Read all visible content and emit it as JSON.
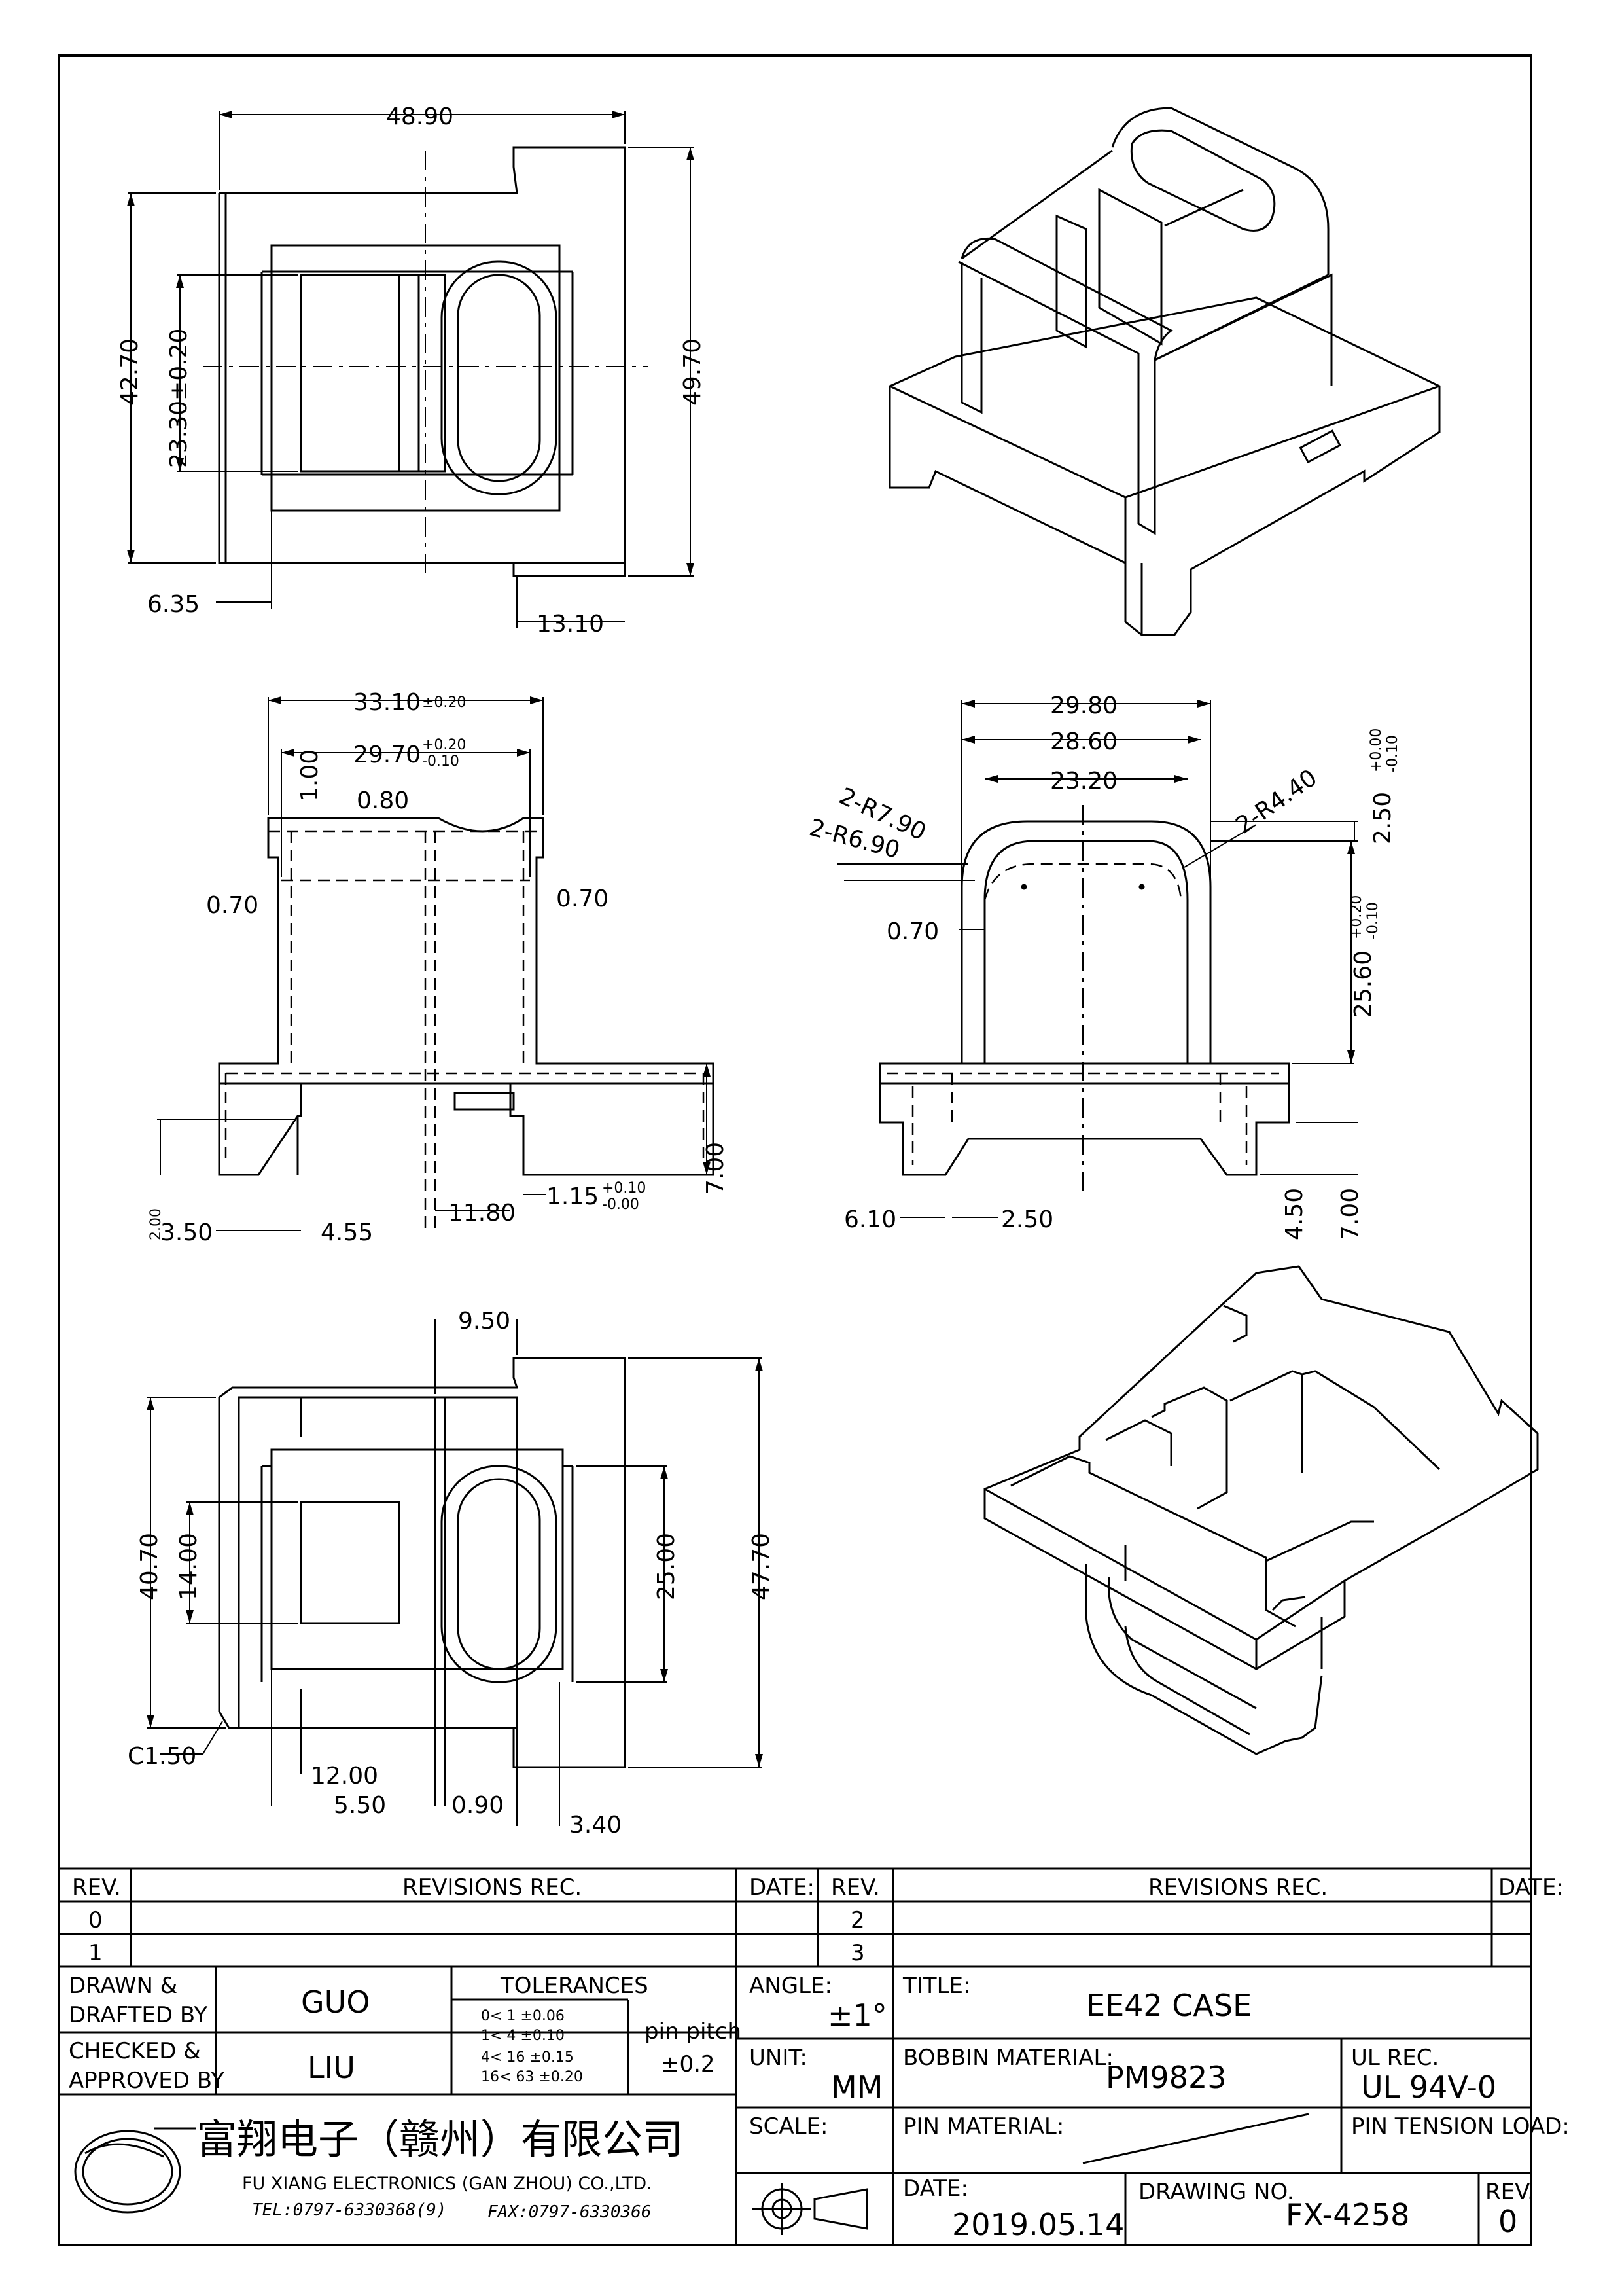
{
  "views": {
    "top": {
      "width": "48.90",
      "height_left": "42.70",
      "window": "23.30±0.20",
      "height_right": "49.70",
      "left_offset": "6.35",
      "right_step": "13.10"
    },
    "front": {
      "top_width": "33.10",
      "top_width_tol": "±0.20",
      "inner_width": "29.70",
      "inner_tol_plus": "+0.20",
      "inner_tol_minus": "-0.10",
      "flange_h": "1.00",
      "slot": "0.80",
      "wall_left": "0.70",
      "wall_right": "0.70",
      "base_h": "7.00",
      "foot_h": "2.00",
      "foot_w": "3.50",
      "foot_slope": "4.55",
      "pin_pos": "11.80",
      "pin_w": "1.15",
      "pin_tol_plus": "+0.10",
      "pin_tol_minus": "-0.00"
    },
    "side": {
      "w1": "29.80",
      "w2": "28.60",
      "w3": "23.20",
      "r1": "2-R7.90",
      "r2": "2-R6.90",
      "r3": "2-R4.40",
      "top_h": "2.50",
      "top_tol_plus": "+0.00",
      "top_tol_minus": "-0.10",
      "wall": "0.70",
      "height": "25.60",
      "height_tol_plus": "+0.20",
      "height_tol_minus": "-0.10",
      "foot_left": "6.10",
      "foot_gap": "2.50",
      "base_a": "4.50",
      "base_b": "7.00"
    },
    "bottom": {
      "notch": "9.50",
      "height_left": "40.70",
      "window": "14.00",
      "slot_h": "25.00",
      "height_right": "47.70",
      "chamfer": "C1.50",
      "d1": "12.00",
      "d2": "5.50",
      "d3": "0.90",
      "d4": "3.40"
    }
  },
  "revisions": {
    "rev_label": "REV.",
    "rec_label": "REVISIONS   REC.",
    "date_label": "DATE:",
    "rows_left": [
      "0",
      "1"
    ],
    "rows_right": [
      "2",
      "3"
    ]
  },
  "titleblock": {
    "drawn_label_1": "DRAWN &",
    "drawn_label_2": "DRAFTED BY",
    "drawn_by": "GUO",
    "checked_label_1": "CHECKED &",
    "checked_label_2": "APPROVED BY",
    "checked_by": "LIU",
    "tolerances_label": "TOLERANCES",
    "tol_rows": [
      "0<  1   ±0.06",
      "1<  4   ±0.10",
      "4<  16  ±0.15",
      "16<  63  ±0.20"
    ],
    "pin_pitch_label": "pin pitch",
    "pin_pitch": "±0.2",
    "angle_label": "ANGLE:",
    "angle": "±1°",
    "unit_label": "UNIT:",
    "unit": "MM",
    "scale_label": "SCALE:",
    "title_label": "TITLE:",
    "title": "EE42  CASE",
    "bobbin_material_label": "BOBBIN MATERIAL:",
    "bobbin_material": "PM9823",
    "ul_label": "UL REC.",
    "ul": "UL 94V-0",
    "pin_material_label": "PIN MATERIAL:",
    "pin_tension_label": "PIN TENSION LOAD:",
    "date_label": "DATE:",
    "date": "2019.05.14",
    "drawing_no_label": "DRAWING NO.",
    "drawing_no": "FX-4258",
    "rev_label": "REV.",
    "rev": "0",
    "company_cn": "富翔电子（赣州）有限公司",
    "company_en": "FU XIANG ELECTRONICS (GAN ZHOU) CO.,LTD.",
    "tel": "TEL:0797-6330368(9)",
    "fax": "FAX:0797-6330366"
  }
}
